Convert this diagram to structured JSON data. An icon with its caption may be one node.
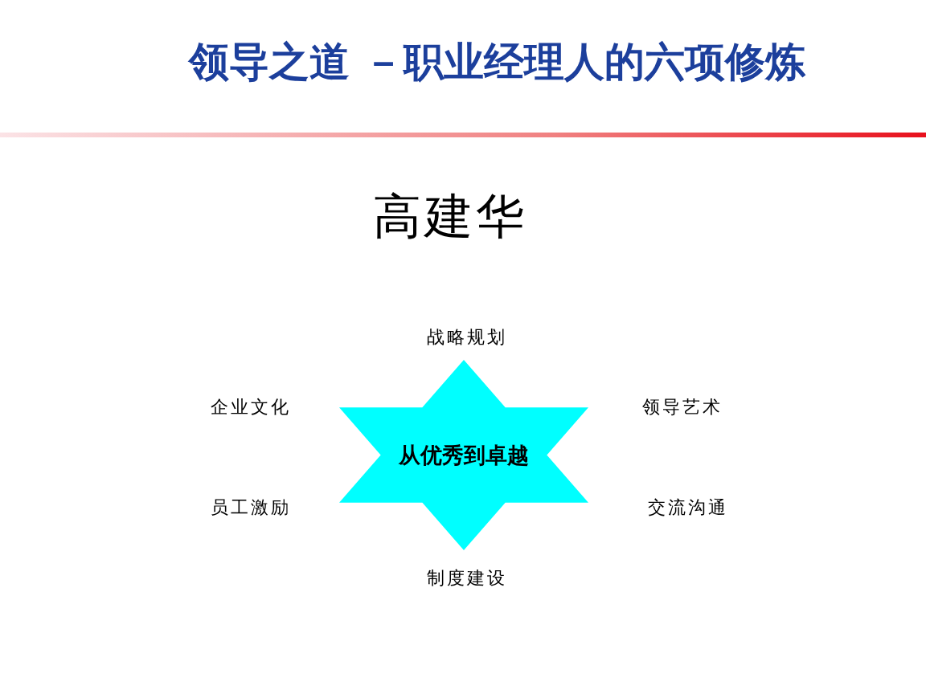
{
  "diagram": {
    "title": "领导之道 －职业经理人的六项修炼",
    "nodes": [
      {
        "text": [
          "从优秀到卓越"
        ]
      }
    ],
    "labels": [
      "高建华",
      "战略规划",
      "企业文化",
      "领导艺术",
      "员工激励",
      "交流沟通",
      "制度建设"
    ]
  }
}
